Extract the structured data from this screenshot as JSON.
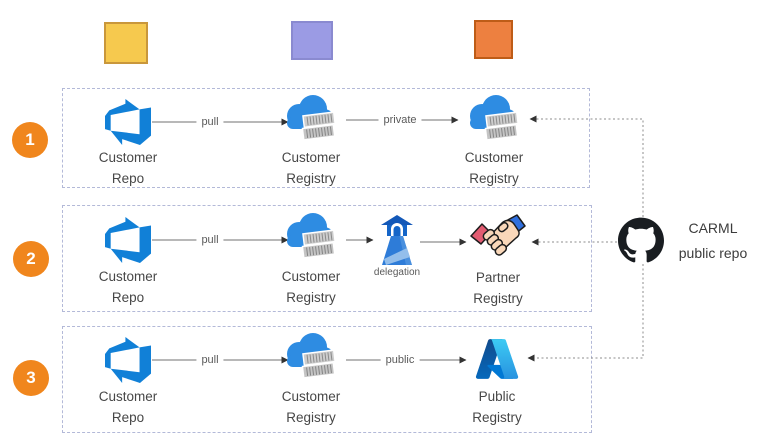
{
  "legend": {
    "swatches": [
      {
        "name": "yellow",
        "style": "background:#F6C94E;border:2px solid #C9973B"
      },
      {
        "name": "purple",
        "style": "background:#9B9BE4;border:2px solid #8A8AD0"
      },
      {
        "name": "orange",
        "style": "background:#ED8040;border:2px solid #BE5C17"
      }
    ]
  },
  "scenarios": [
    {
      "number": "1",
      "repo": {
        "line1": "Customer",
        "line2": "Repo"
      },
      "registry": {
        "line1": "Customer",
        "line2": "Registry"
      },
      "target": {
        "line1": "Customer",
        "line2": "Registry"
      },
      "arrows": {
        "first": "pull",
        "second": "private"
      }
    },
    {
      "number": "2",
      "repo": {
        "line1": "Customer",
        "line2": "Repo"
      },
      "registry": {
        "line1": "Customer",
        "line2": "Registry"
      },
      "delegation_label": "delegation",
      "target": {
        "line1": "Partner",
        "line2": "Registry"
      },
      "arrows": {
        "first": "pull"
      }
    },
    {
      "number": "3",
      "repo": {
        "line1": "Customer",
        "line2": "Repo"
      },
      "registry": {
        "line1": "Customer",
        "line2": "Registry"
      },
      "target": {
        "line1": "Public",
        "line2": "Registry"
      },
      "arrows": {
        "first": "pull",
        "second": "public"
      }
    }
  ],
  "github_node": {
    "line1": "CARML",
    "line2": "public repo"
  },
  "icons": {
    "repo": "azure-devops-icon",
    "registry": "container-registry-icon",
    "delegation": "lighthouse-icon",
    "partner": "handshake-icon",
    "public_registry": "azure-icon",
    "carml": "github-icon"
  },
  "colors": {
    "badge": "#F0861D",
    "box_border": "#B3B9D8",
    "arrow_line": "#707070",
    "connector_dotted": "#8C8C8C",
    "label_text": "#474747",
    "cloud_blue": "#2E8CE2",
    "devops_blue": "#1180D7",
    "github_black": "#191D21"
  }
}
